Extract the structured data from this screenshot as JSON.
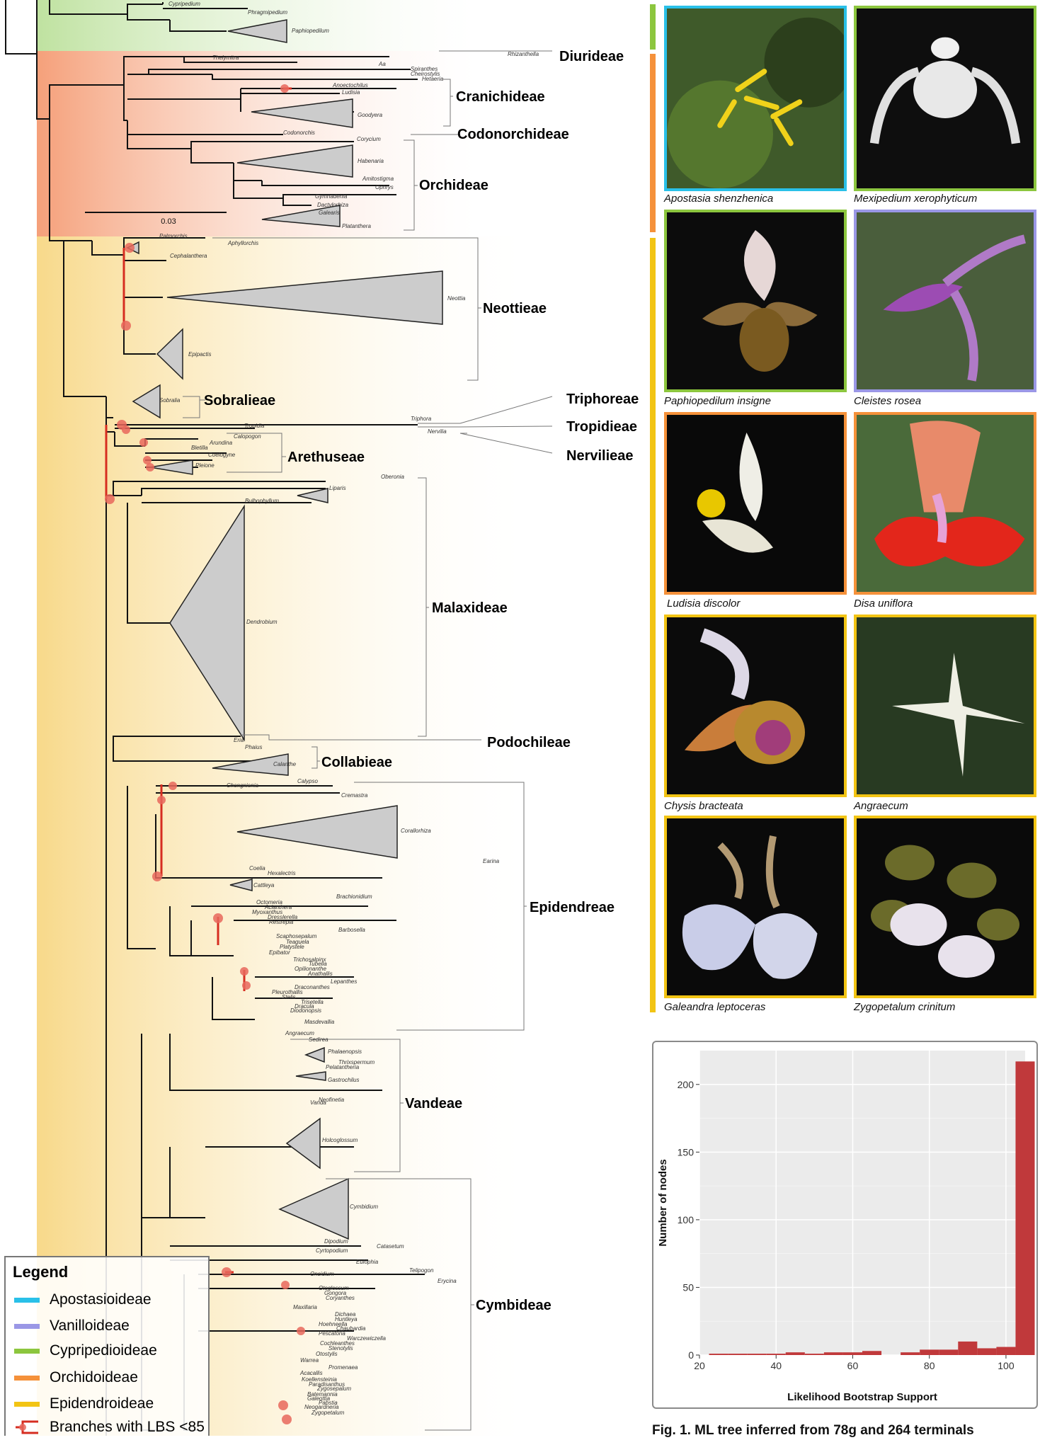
{
  "tree": {
    "scale_label": "0.03",
    "tribes": [
      {
        "id": "diurideae",
        "label": "Diurideae"
      },
      {
        "id": "cranichideae",
        "label": "Cranichideae"
      },
      {
        "id": "codonorchideae",
        "label": "Codonorchideae"
      },
      {
        "id": "orchideae",
        "label": "Orchideae"
      },
      {
        "id": "neottieae",
        "label": "Neottieae"
      },
      {
        "id": "sobralieae",
        "label": "Sobralieae"
      },
      {
        "id": "triphoreae",
        "label": "Triphoreae"
      },
      {
        "id": "tropidieae",
        "label": "Tropidieae"
      },
      {
        "id": "nervilieae",
        "label": "Nervilieae"
      },
      {
        "id": "arethuseae",
        "label": "Arethuseae"
      },
      {
        "id": "malaxideae",
        "label": "Malaxideae"
      },
      {
        "id": "podochileae",
        "label": "Podochileae"
      },
      {
        "id": "collabieae",
        "label": "Collabieae"
      },
      {
        "id": "epidendreae",
        "label": "Epidendreae"
      },
      {
        "id": "vandeae",
        "label": "Vandeae"
      },
      {
        "id": "cymbideae",
        "label": "Cymbideae"
      }
    ],
    "taxa": [
      "Cypripedium",
      "Phragmipedium",
      "Paphiopedilum",
      "Thelymitra",
      "Rhizanthella",
      "Aa",
      "Spiranthes",
      "Cheirostylis",
      "Hetaeria",
      "Anoectochilus",
      "Ludisia",
      "Goodyera",
      "Codonorchis",
      "Corycium",
      "Habenaria",
      "Amitostigma",
      "Ophrys",
      "Gymnadenia",
      "Dactylorhiza",
      "Galearis",
      "Platanthera",
      "Palmorchis",
      "Aphyllorchis",
      "Cephalanthera",
      "Neottia",
      "Epipactis",
      "Sobralia",
      "Triphora",
      "Tropidia",
      "Nervilia",
      "Calopogon",
      "Arundina",
      "Bletilla",
      "Coelogyne",
      "Pleione",
      "Oberonia",
      "Liparis",
      "Bulbophyllum",
      "Dendrobium",
      "Eria",
      "Phaius",
      "Calanthe",
      "Chongnienia",
      "Calypso",
      "Cremastra",
      "Corallorhiza",
      "Earina",
      "Coelia",
      "Hexalectris",
      "Cattleya",
      "Brachionidium",
      "Octomeria",
      "Acianthera",
      "Myoxanthus",
      "Dresslerella",
      "Restrepia",
      "Barbosella",
      "Scaphosepalum",
      "Teaguela",
      "Platystele",
      "Epibator",
      "Trichosalpinx",
      "Tubella",
      "Opilionanthe",
      "Anathallis",
      "Lepanthes",
      "Draconanthes",
      "Pleurothallis",
      "Stelis",
      "Trisetella",
      "Dracula",
      "Diodonopsis",
      "Masdevallia",
      "Angraecum",
      "Sedirea",
      "Phalaenopsis",
      "Thrixspermum",
      "Pelatantheria",
      "Gastrochilus",
      "Vanda",
      "Neofinetia",
      "Holcoglossum",
      "Cymbidium",
      "Dipodium",
      "Catasetum",
      "Cyrtopodium",
      "Eulophia",
      "Telipogon",
      "Oncidium",
      "Erycina",
      "Otoglossum",
      "Gongora",
      "Coryanthes",
      "Maxillaria",
      "Dichaea",
      "Huntleya",
      "Hoehneella",
      "Chaubardia",
      "Pescatoria",
      "Warczewiczella",
      "Cochleanthes",
      "Stenotylis",
      "Otostylis",
      "Warrea",
      "Promenaea",
      "Acacallis",
      "Koellensteinia",
      "Paradisanthus",
      "Zygosepalum",
      "Batemannia",
      "Galeottia",
      "Pabstia",
      "Neogardneria",
      "Zygopetalum"
    ]
  },
  "subfamily_colors": {
    "apostasioideae": "#29c0e8",
    "vanilloideae": "#9a97e6",
    "cypripedioideae": "#8cc63e",
    "orchidoideae": "#f5913a",
    "epidendroideae": "#f2c414",
    "low_support": "#d62d20"
  },
  "photos": [
    {
      "caption": "Apostasia shenzhenica",
      "subfamily": "apostasioideae"
    },
    {
      "caption": "Mexipedium xerophyticum",
      "subfamily": "cypripedioideae"
    },
    {
      "caption": "Paphiopedilum insigne",
      "subfamily": "cypripedioideae"
    },
    {
      "caption": "Cleistes rosea",
      "subfamily": "vanilloideae"
    },
    {
      "caption": "Ludisia discolor",
      "subfamily": "orchidoideae"
    },
    {
      "caption": "Disa uniflora",
      "subfamily": "orchidoideae"
    },
    {
      "caption": "Chysis bracteata",
      "subfamily": "epidendroideae"
    },
    {
      "caption": "Angraecum",
      "subfamily": "epidendroideae"
    },
    {
      "caption": "Galeandra leptoceras",
      "subfamily": "epidendroideae"
    },
    {
      "caption": "Zygopetalum crinitum",
      "subfamily": "epidendroideae"
    }
  ],
  "legend": {
    "title": "Legend",
    "items": [
      {
        "label": "Apostasioideae",
        "color": "#29c0e8"
      },
      {
        "label": "Vanilloideae",
        "color": "#9a97e6"
      },
      {
        "label": "Cypripedioideae",
        "color": "#8cc63e"
      },
      {
        "label": "Orchidoideae",
        "color": "#f5913a"
      },
      {
        "label": "Epidendroideae",
        "color": "#f2c414"
      },
      {
        "label": "Branches with LBS <85",
        "color": "#d62d20"
      }
    ]
  },
  "chart_data": {
    "type": "bar",
    "xlabel": "Likelihood Bootstrap Support",
    "ylabel": "Number of nodes",
    "xlim": [
      20,
      105
    ],
    "ylim": [
      0,
      225
    ],
    "xticks": [
      20,
      40,
      60,
      80,
      100
    ],
    "yticks": [
      0,
      50,
      100,
      150,
      200
    ],
    "bar_color": "#c0393b",
    "grid": true,
    "bins": [
      {
        "x0": 22.5,
        "x1": 27.5,
        "count": 1
      },
      {
        "x0": 27.5,
        "x1": 32.5,
        "count": 1
      },
      {
        "x0": 32.5,
        "x1": 37.5,
        "count": 1
      },
      {
        "x0": 37.5,
        "x1": 42.5,
        "count": 1
      },
      {
        "x0": 42.5,
        "x1": 47.5,
        "count": 2
      },
      {
        "x0": 47.5,
        "x1": 52.5,
        "count": 1
      },
      {
        "x0": 52.5,
        "x1": 57.5,
        "count": 2
      },
      {
        "x0": 57.5,
        "x1": 62.5,
        "count": 2
      },
      {
        "x0": 62.5,
        "x1": 67.5,
        "count": 3
      },
      {
        "x0": 72.5,
        "x1": 77.5,
        "count": 2
      },
      {
        "x0": 77.5,
        "x1": 82.5,
        "count": 4
      },
      {
        "x0": 82.5,
        "x1": 87.5,
        "count": 4
      },
      {
        "x0": 87.5,
        "x1": 92.5,
        "count": 10
      },
      {
        "x0": 92.5,
        "x1": 97.5,
        "count": 5
      },
      {
        "x0": 97.5,
        "x1": 102.5,
        "count": 6
      },
      {
        "x0": 102.5,
        "x1": 107.5,
        "count": 217
      }
    ]
  },
  "figure_caption": "Fig. 1. ML tree inferred from 78g and 264 terminals"
}
